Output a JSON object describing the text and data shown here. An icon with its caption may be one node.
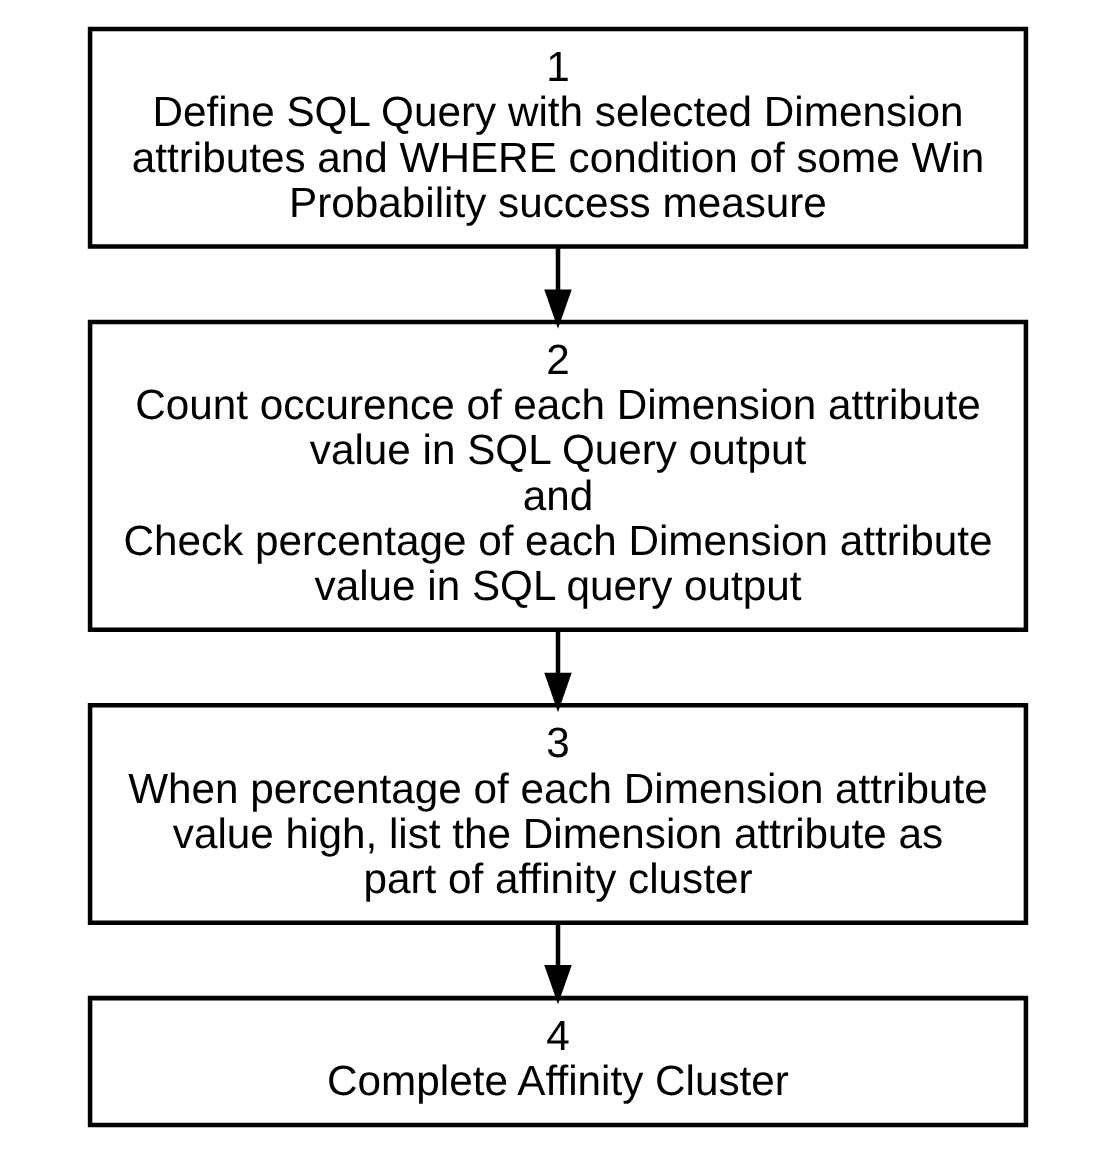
{
  "diagram": {
    "nodes": [
      {
        "text": [
          "1",
          "Define SQL Query with selected Dimension attributes and WHERE condition of some Win Probability success measure"
        ]
      },
      {
        "text": [
          "2",
          "Count occurence of each Dimension attribute value in SQL Query output",
          "and",
          "Check percentage of each Dimension attribute value in SQL query output"
        ]
      },
      {
        "text": [
          "3",
          "When percentage of each Dimension attribute value high, list the Dimension attribute as part of affinity cluster"
        ]
      },
      {
        "text": [
          "4",
          "Complete Affinity Cluster"
        ]
      }
    ],
    "edges": [
      {
        "from": 0,
        "to": 1,
        "arrow": "to"
      },
      {
        "from": 1,
        "to": 2,
        "arrow": "to"
      },
      {
        "from": 2,
        "to": 3,
        "arrow": "to"
      }
    ]
  }
}
